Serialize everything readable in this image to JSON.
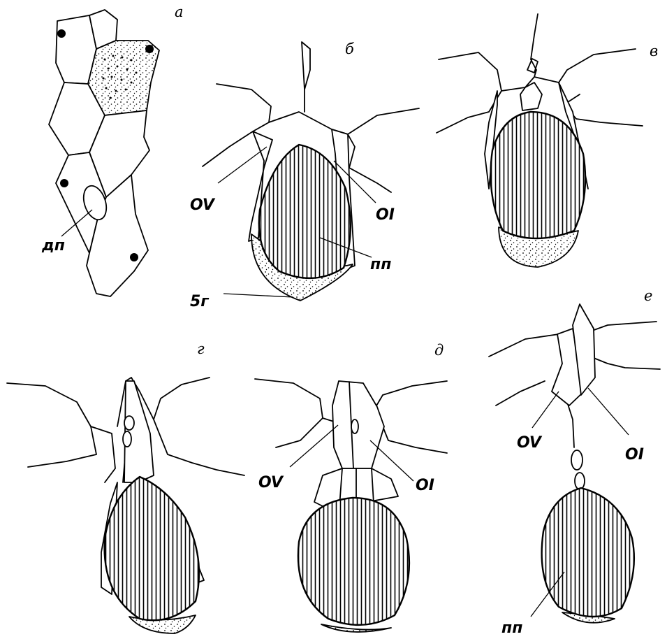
{
  "panels": {
    "a": {
      "letter": "а",
      "labels": {
        "dp": "дп"
      }
    },
    "b": {
      "letter": "б",
      "labels": {
        "ov": "OV",
        "oi": "OI",
        "pp": "пп",
        "g5": "5г"
      }
    },
    "v": {
      "letter": "в"
    },
    "g": {
      "letter": "г"
    },
    "d": {
      "letter": "д",
      "labels": {
        "ov": "OV",
        "oi": "OI"
      }
    },
    "e": {
      "letter": "е",
      "labels": {
        "ov": "OV",
        "oi": "OI",
        "pp": "пп"
      }
    }
  }
}
